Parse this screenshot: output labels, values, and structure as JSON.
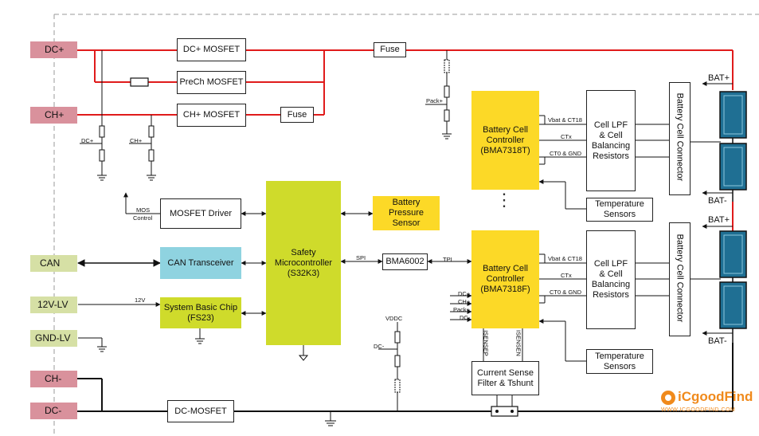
{
  "connectors": {
    "dc_plus": "DC+",
    "ch_plus": "CH+",
    "can": "CAN",
    "v12_lv": "12V-LV",
    "gnd_lv": "GND-LV",
    "ch_minus": "CH-",
    "dc_minus": "DC-"
  },
  "blocks": {
    "dc_plus_mosfet": "DC+ MOSFET",
    "prech_mosfet": "PreCh MOSFET",
    "ch_plus_mosfet": "CH+ MOSFET",
    "fuse_top": "Fuse",
    "fuse_ch": "Fuse",
    "mosfet_driver": "MOSFET Driver",
    "can_transceiver": "CAN Transceiver",
    "sbc": "System Basic Chip\n(FS23)",
    "mcu": "Safety\nMicrocontroller\n(S32K3)",
    "pressure": "Battery\nPressure\nSensor",
    "bma6002": "BMA6002",
    "cell_ctrl_top": "Battery Cell\nController\n(BMA7318T)",
    "cell_ctrl_bot": "Battery Cell\nController\n(BMA7318F)",
    "lpf_top": "Cell LPF\n& Cell\nBalancing\nResistors",
    "lpf_bot": "Cell LPF\n& Cell\nBalancing\nResistors",
    "temp_top": "Temperature\nSensors",
    "temp_bot": "Temperature\nSensors",
    "current_sense": "Current Sense\nFilter & Tshunt",
    "dc_minus_mosfet": "DC-MOSFET",
    "bat_conn_top": "Battery Cell Connector",
    "bat_conn_bot": "Battery Cell Connector"
  },
  "labels": {
    "bat_plus_1": "BAT+",
    "bat_minus_1": "BAT-",
    "bat_plus_2": "BAT+",
    "bat_minus_2": "BAT-",
    "dc_div": "DC+",
    "ch_div": "CH+",
    "pack_div": "Pack+",
    "mos": "MOS",
    "control": "Control",
    "spi": "SPI",
    "tpl": "TPL",
    "v12": "12V",
    "vbat_ct18_1": "Vbat & CT18",
    "ctx_1": "CTx",
    "ct0_gnd_1": "CT0 & GND",
    "vbat_ct18_2": "Vbat & CT18",
    "ctx_2": "CTx",
    "ct0_gnd_2": "CT0 & GND",
    "in_dcp": "DC+",
    "in_chp": "CH+",
    "in_packp": "Pack+",
    "in_dcm": "DC-",
    "vddc": "VDDC",
    "dcm_div": "DC-",
    "isensep": "ISENSEP",
    "isensen": "ISENSEN",
    "dots": "⋮"
  },
  "watermark": {
    "brand": "iCgoodFind",
    "url": "WWW.ICGOODFIND.COM"
  },
  "colors": {
    "hv_line": "#e01b1b",
    "pin_hv": "#d9919c",
    "pin_lv": "#d6e0a5",
    "cell_ctrl": "#fcd927",
    "mcu": "#cfdb2b",
    "can": "#8fd3e0",
    "cell": "#1f6f93",
    "brand": "#f08a1c"
  }
}
